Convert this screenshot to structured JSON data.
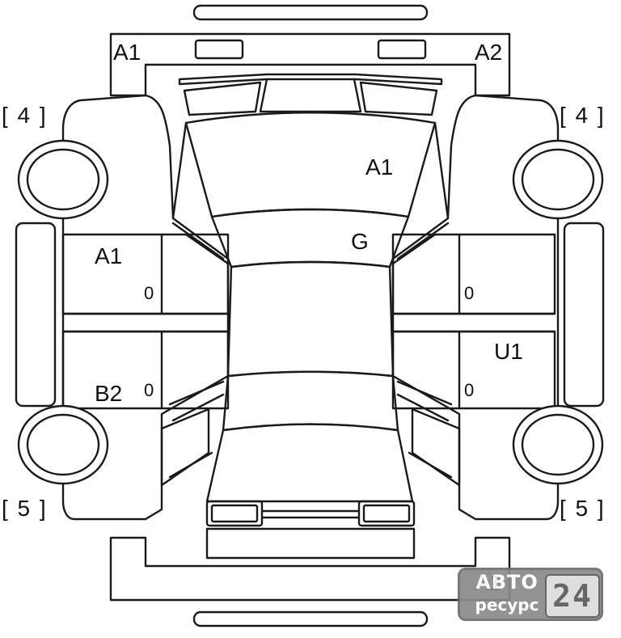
{
  "labels": {
    "hood_front_left": "A1",
    "hood_front_right": "A2",
    "windshield": "A1",
    "glass": "G",
    "front_left_door": "A1",
    "rear_left_door": "B2",
    "rear_right_door": "U1",
    "rear_bumper": "A1",
    "door_zero_fl": "0",
    "door_zero_rl": "0",
    "door_zero_fr": "0",
    "door_zero_rr": "0"
  },
  "tires": {
    "front_left": "[ 4 ]",
    "front_right": "[ 4 ]",
    "rear_left": "[ 5 ]",
    "rear_right": "[ 5 ]"
  },
  "watermark": {
    "line1": "АВТО",
    "line2": "ресурс",
    "number": "24"
  }
}
